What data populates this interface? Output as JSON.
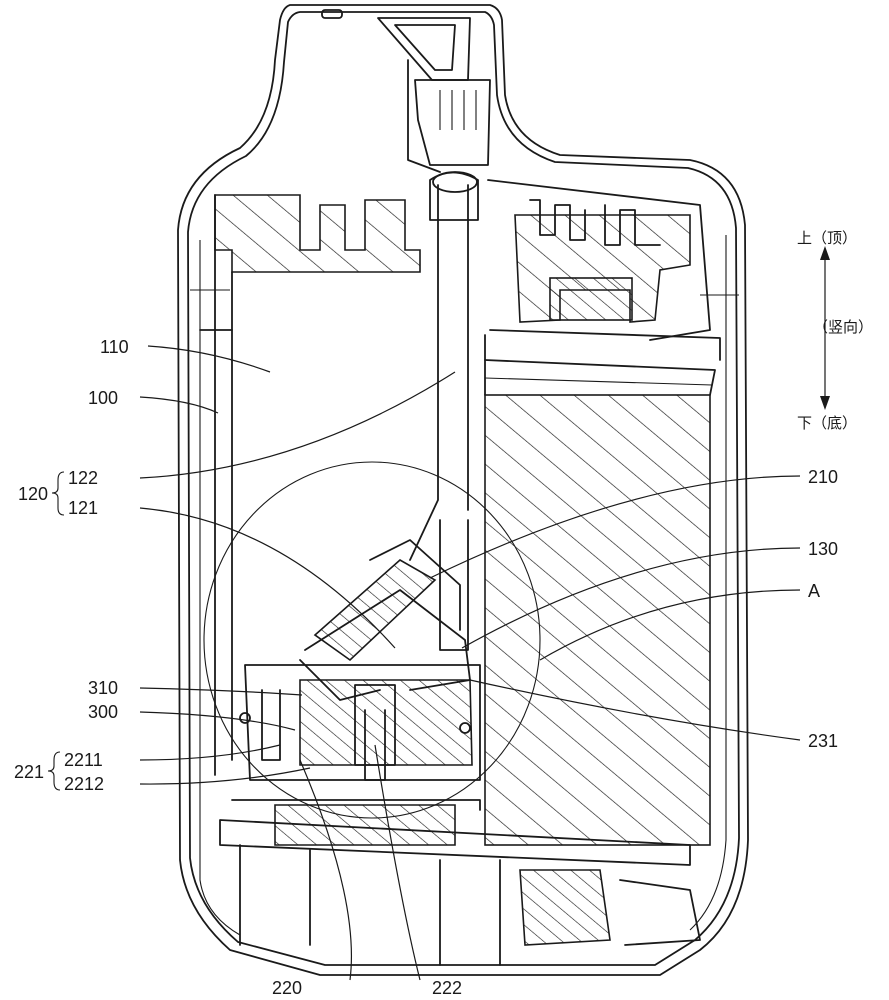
{
  "labels": {
    "l110": "110",
    "l100": "100",
    "l120": "120",
    "l122": "122",
    "l121": "121",
    "l310": "310",
    "l300": "300",
    "l221": "221",
    "l2211": "2211",
    "l2212": "2212",
    "l220": "220",
    "l222": "222",
    "l210": "210",
    "l130": "130",
    "lA": "A",
    "l231": "231"
  },
  "direction": {
    "top": "上（顶）",
    "vertical": "（竖向）",
    "bottom": "下（底）"
  },
  "colors": {
    "line": "#1a1a1a",
    "background": "#ffffff"
  }
}
